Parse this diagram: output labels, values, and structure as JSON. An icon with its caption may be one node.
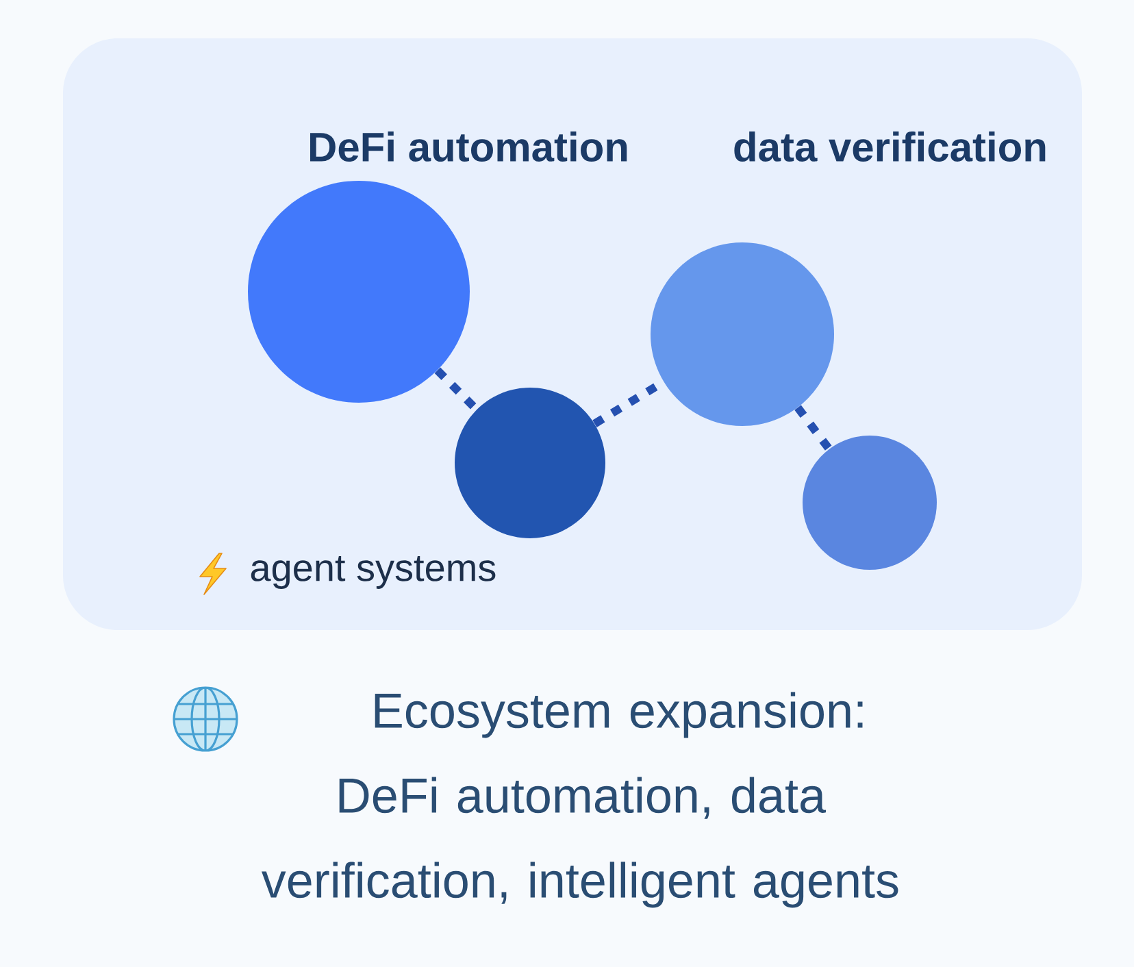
{
  "diagram": {
    "caption": "Ecosystem expansion: DeFi automation, data verification, intelligent agents",
    "nodes": [
      {
        "text": [],
        "shape": "circle"
      },
      {
        "text": [],
        "shape": "circle"
      },
      {
        "text": [],
        "shape": "circle"
      },
      {
        "text": [],
        "shape": "circle"
      }
    ],
    "edges": [
      {
        "from": 0,
        "to": 1,
        "arrow": "none",
        "style": "dashed"
      },
      {
        "from": 1,
        "to": 2,
        "arrow": "none",
        "style": "dashed"
      },
      {
        "from": 2,
        "to": 3,
        "arrow": "none",
        "style": "dashed"
      }
    ],
    "labels": [
      "DeFi automation",
      "data verification",
      "agent systems"
    ]
  }
}
